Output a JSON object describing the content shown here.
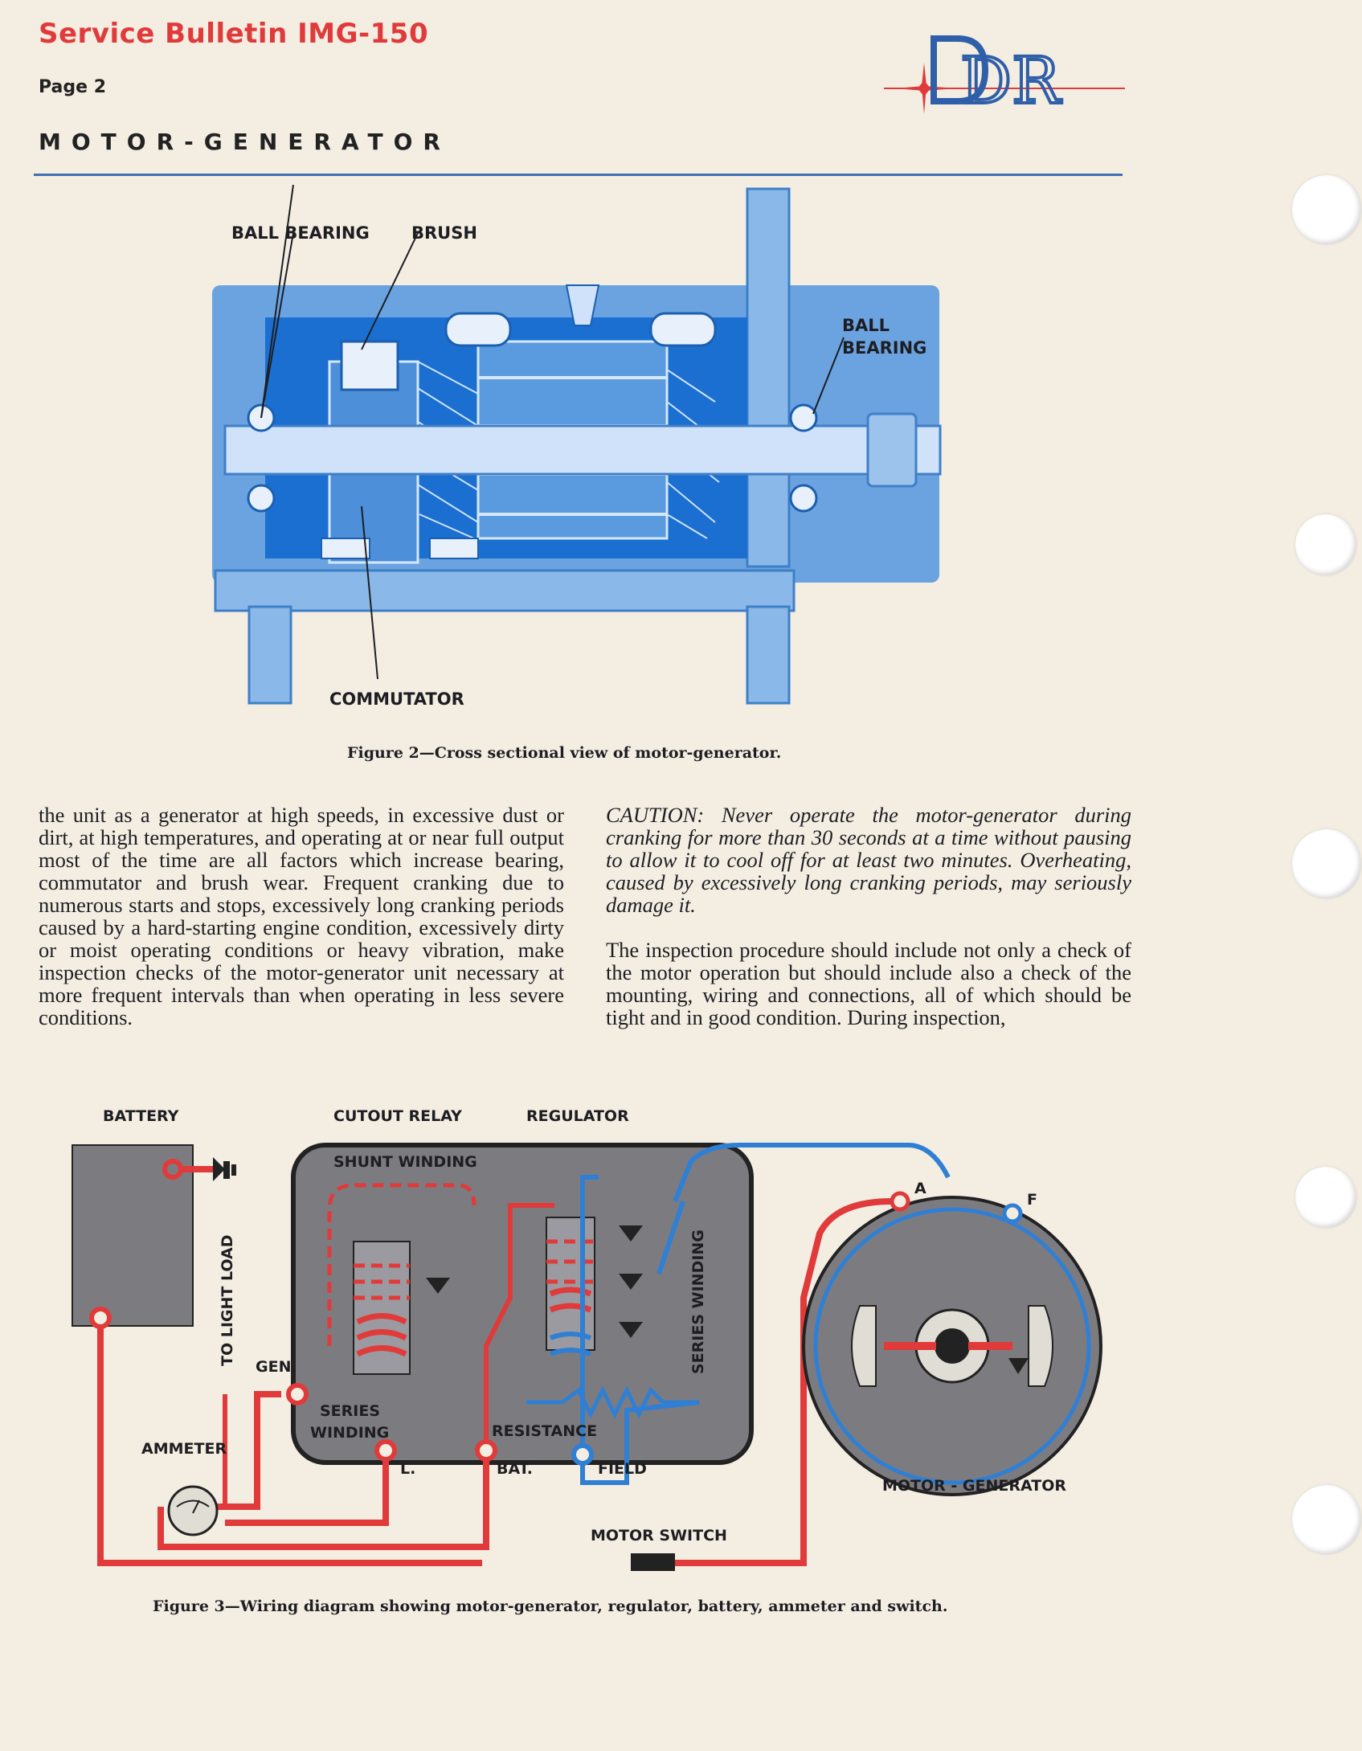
{
  "header": {
    "title": "Service Bulletin IMG-150",
    "page": "Page 2",
    "section": "MOTOR-GENERATOR"
  },
  "logo": {
    "letters": "DR"
  },
  "figure2": {
    "labels": {
      "ball_bearing_left": "BALL BEARING",
      "brush": "BRUSH",
      "ball_bearing_right_1": "BALL",
      "ball_bearing_right_2": "BEARING",
      "commutator": "COMMUTATOR"
    },
    "caption": "Figure 2—Cross sectional view of motor-generator."
  },
  "text": {
    "left_column": "the unit as a generator at high speeds, in excessive dust or dirt, at high temperatures, and operating at or near full output most of the time are all factors which increase bearing, commutator and brush wear. Frequent cranking due to numerous starts and stops, excessively long cranking periods caused by a hard-starting engine condition, excessively dirty or moist operating conditions or heavy vibration, make inspection checks of the motor-generator unit necessary at more frequent intervals than when operating in less severe conditions.",
    "caution": "CAUTION: Never operate the motor-generator during cranking for more than 30 seconds at a time without pausing to allow it to cool off for at least two minutes. Overheating, caused by excessively long cranking periods, may seriously damage it.",
    "right_paragraph": "The inspection procedure should include not only a check of the motor operation but should include also a check of the mounting, wiring and connections, all of which should be tight and in good condition. During inspection,"
  },
  "figure3": {
    "labels": {
      "battery": "BATTERY",
      "cutout_relay": "CUTOUT RELAY",
      "regulator": "REGULATOR",
      "shunt_winding": "SHUNT WINDING",
      "series_winding_vertical": "SERIES WINDING",
      "to_light_load": "TO LIGHT LOAD",
      "gen": "GEN.",
      "series_1": "SERIES",
      "series_2": "WINDING",
      "resistance": "RESISTANCE",
      "ammeter": "AMMETER",
      "l": "L.",
      "bat": "BAT.",
      "field": "FIELD",
      "a": "A",
      "f": "F",
      "motor_generator": "MOTOR - GENERATOR",
      "motor_switch": "MOTOR SWITCH"
    },
    "caption": "Figure 3—Wiring diagram showing motor-generator, regulator, battery, ammeter and switch."
  },
  "colors": {
    "red": "#e03a3a",
    "blue": "#2f7fd4",
    "rule_blue": "#3f6fb4",
    "paper": "#f3ede2"
  }
}
